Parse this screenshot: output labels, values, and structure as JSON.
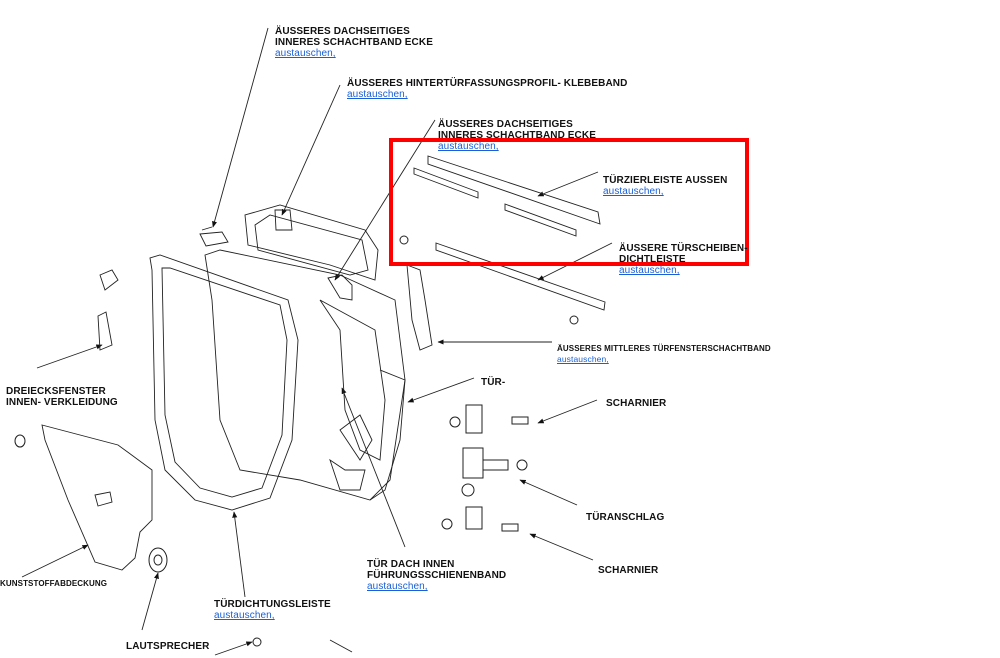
{
  "labels": {
    "dachseitiges_top": {
      "line1": "ÄUSSERES DACHSEITIGES",
      "line2": "INNERES SCHACHTBAND ECKE",
      "link": "austauschen,"
    },
    "hintertuer": {
      "line1": "ÄUSSERES HINTERTÜRFASSUNGSPROFIL- KLEBEBAND",
      "link": "austauschen,"
    },
    "dachseitiges_mid": {
      "line1": "ÄUSSERES DACHSEITIGES",
      "line2": "INNERES SCHACHTBAND ECKE",
      "link": "austauschen,"
    },
    "tuerzierleiste": {
      "line1": "TÜRZIERLEISTE AUSSEN",
      "link": "austauschen,"
    },
    "tuerscheiben": {
      "line1": "ÄUSSERE TÜRSCHEIBEN-",
      "line2": "DICHTLEISTE",
      "link": "austauschen,"
    },
    "mittleres": {
      "line1": "ÄUSSERES MITTLERES TÜRFENSTERSCHACHTBAND",
      "link": "austauschen,"
    },
    "tuer": {
      "line1": "TÜR-"
    },
    "scharnier_top": {
      "line1": "SCHARNIER"
    },
    "dreiecksfenster": {
      "line1": "DREIECKSFENSTER",
      "line2": "INNEN- VERKLEIDUNG"
    },
    "tueranschlag": {
      "line1": "TÜRANSCHLAG"
    },
    "kunststoff": {
      "line1": "KUNSTSTOFFABDECKUNG"
    },
    "scharnier_bottom": {
      "line1": "SCHARNIER"
    },
    "tuerdach": {
      "line1": "TÜR DACH INNEN",
      "line2": "FÜHRUNGSSCHIENENBAND",
      "link": "austauschen,"
    },
    "tuerdichtung": {
      "line1": "TÜRDICHTUNGSLEISTE",
      "link": "austauschen,"
    },
    "lautsprecher": {
      "line1": "LAUTSPRECHER"
    }
  },
  "highlight": {
    "color": "#ff0000",
    "target": "TÜRZIERLEISTE AUSSEN"
  },
  "colors": {
    "link": "#1a5fd6",
    "text": "#111111"
  }
}
